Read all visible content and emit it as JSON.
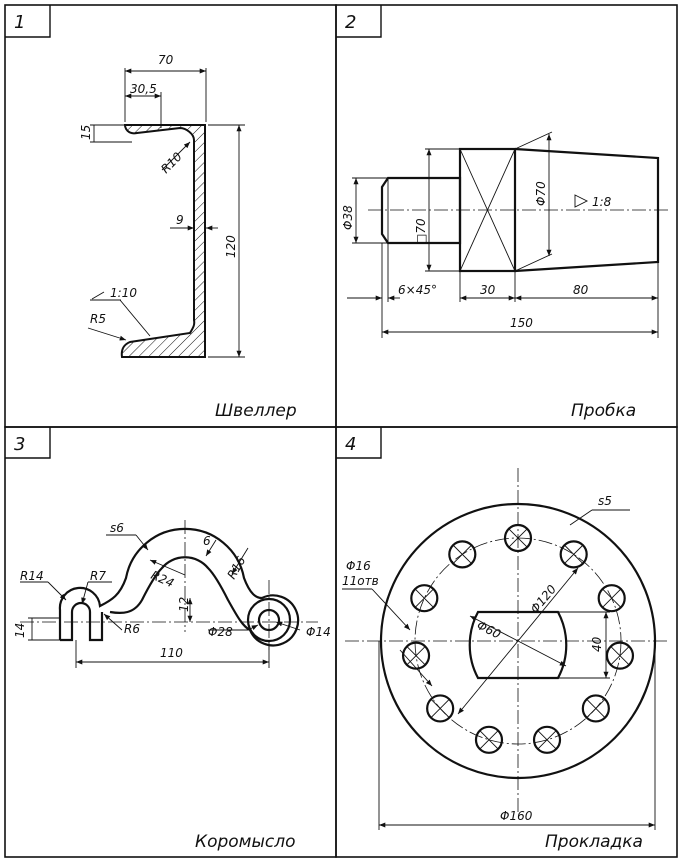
{
  "panels": [
    {
      "number": "1",
      "title": "Швеллер",
      "dims": {
        "width": "70",
        "flange_offset": "30,5",
        "flange_thickness": "15",
        "fillet": "R10",
        "web": "9",
        "height": "120",
        "slope": "1:10",
        "corner_radius": "R5"
      }
    },
    {
      "number": "2",
      "title": "Пробка",
      "dims": {
        "shank_dia": "Φ38",
        "square": "□70",
        "body_dia": "Φ70",
        "taper": "1:8",
        "chamfer": "6×45°",
        "square_len": "30",
        "taper_len": "80",
        "total_len": "150"
      }
    },
    {
      "number": "3",
      "title": "Коромысло",
      "dims": {
        "thickness": "s6",
        "wall": "6",
        "r_big": "R24",
        "r_end": "R16",
        "r_left": "R14",
        "r_inner": "R7",
        "r_small": "R6",
        "height": "14",
        "rise": "12",
        "boss_dia": "Φ28",
        "hole_dia": "Φ14",
        "length": "110"
      }
    },
    {
      "number": "4",
      "title": "Прокладка",
      "dims": {
        "thickness": "s5",
        "hole_dia": "Φ16",
        "hole_count": "11отв",
        "pcd": "Φ120",
        "slot_dia": "Φ60",
        "slot_width": "40",
        "outer_dia": "Φ160"
      }
    }
  ]
}
